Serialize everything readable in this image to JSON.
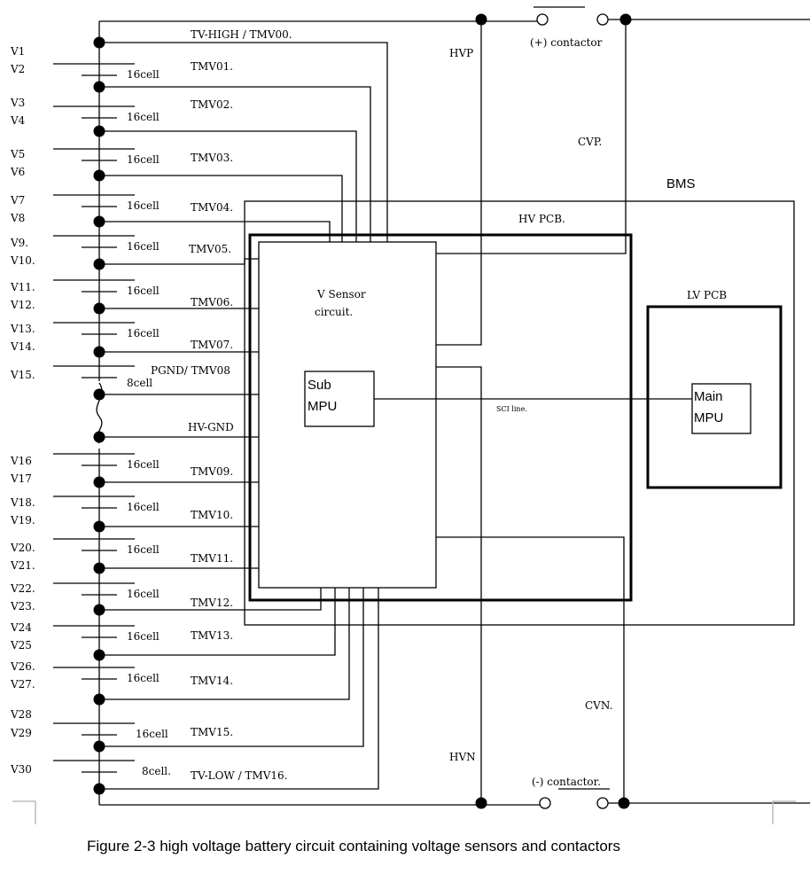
{
  "figure": {
    "caption": "Figure  2-3 high voltage battery circuit containing voltage sensors and contactors"
  },
  "bus": {
    "hvp_label": "HVP",
    "hvn_label": "HVN",
    "cvp_label": "CVP.",
    "cvn_label": "CVN.",
    "pos_contactor_label": "(+) contactor",
    "neg_contactor_label": "(-) contactor."
  },
  "blocks": {
    "bms_label": "BMS",
    "hv_pcb_label": "HV PCB.",
    "lv_pcb_label": "LV PCB",
    "vsensor_line1": "V Sensor",
    "vsensor_line2": "circuit.",
    "sub_mpu_line1": "Sub",
    "sub_mpu_line2": "MPU",
    "main_mpu_line1": "Main",
    "main_mpu_line2": "MPU",
    "sci_label": "SCI line."
  },
  "voltage_labels": [
    "V1",
    "V2",
    "V3",
    "V4",
    "V5",
    "V6",
    "V7",
    "V8",
    "V9.",
    "V10.",
    "V11.",
    "V12.",
    "V13.",
    "V14.",
    "V15.",
    "V16",
    "V17",
    "V18.",
    "V19.",
    "V20.",
    "V21.",
    "V22.",
    "V23.",
    "V24",
    "V25",
    "V26.",
    "V27.",
    "V28",
    "V29",
    "V30"
  ],
  "cell_labels": [
    "16cell",
    "16cell",
    "16cell",
    "16cell",
    "16cell",
    "16cell",
    "16cell",
    "8cell",
    "16cell",
    "16cell",
    "16cell",
    "16cell",
    "16cell",
    "16cell",
    "16cell",
    "8cell."
  ],
  "tap_labels": [
    "TV-HIGH / TMV00.",
    "TMV01.",
    "TMV02.",
    "TMV03.",
    "TMV04.",
    "TMV05.",
    "TMV06.",
    "TMV07.",
    "PGND/ TMV08",
    "HV-GND",
    "TMV09.",
    "TMV10.",
    "TMV11.",
    "TMV12.",
    "TMV13.",
    "TMV14.",
    "TMV15.",
    "TV-LOW / TMV16."
  ]
}
